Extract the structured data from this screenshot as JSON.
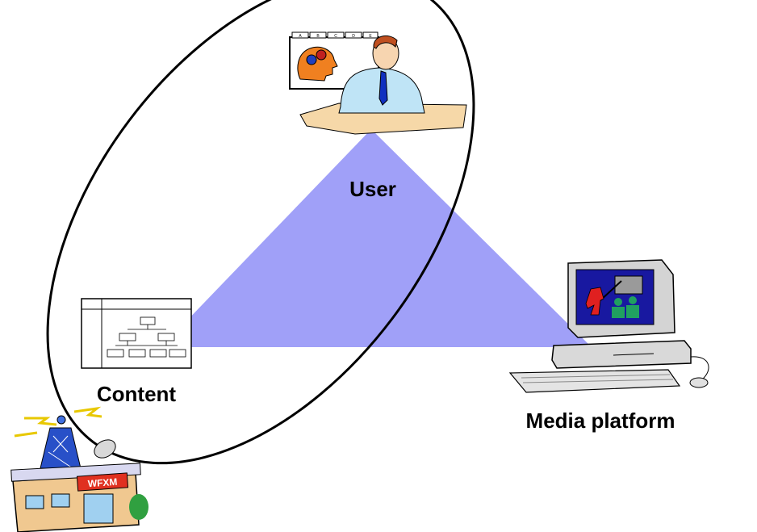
{
  "colors": {
    "triangle": "#a0a0f8",
    "ellipse_stroke": "#000000",
    "background": "#ffffff"
  },
  "nodes": {
    "user": {
      "label": "User",
      "icon": "businessman-at-desk-icon"
    },
    "content": {
      "label": "Content",
      "icon": "org-chart-document-icon"
    },
    "platform": {
      "label": "Media platform",
      "icon": "desktop-computer-icon"
    }
  },
  "broadcaster": {
    "sign": "WFXM",
    "icon": "radio-station-building-icon"
  },
  "user_card_tabs": [
    "A",
    "B",
    "C",
    "D",
    "E"
  ]
}
